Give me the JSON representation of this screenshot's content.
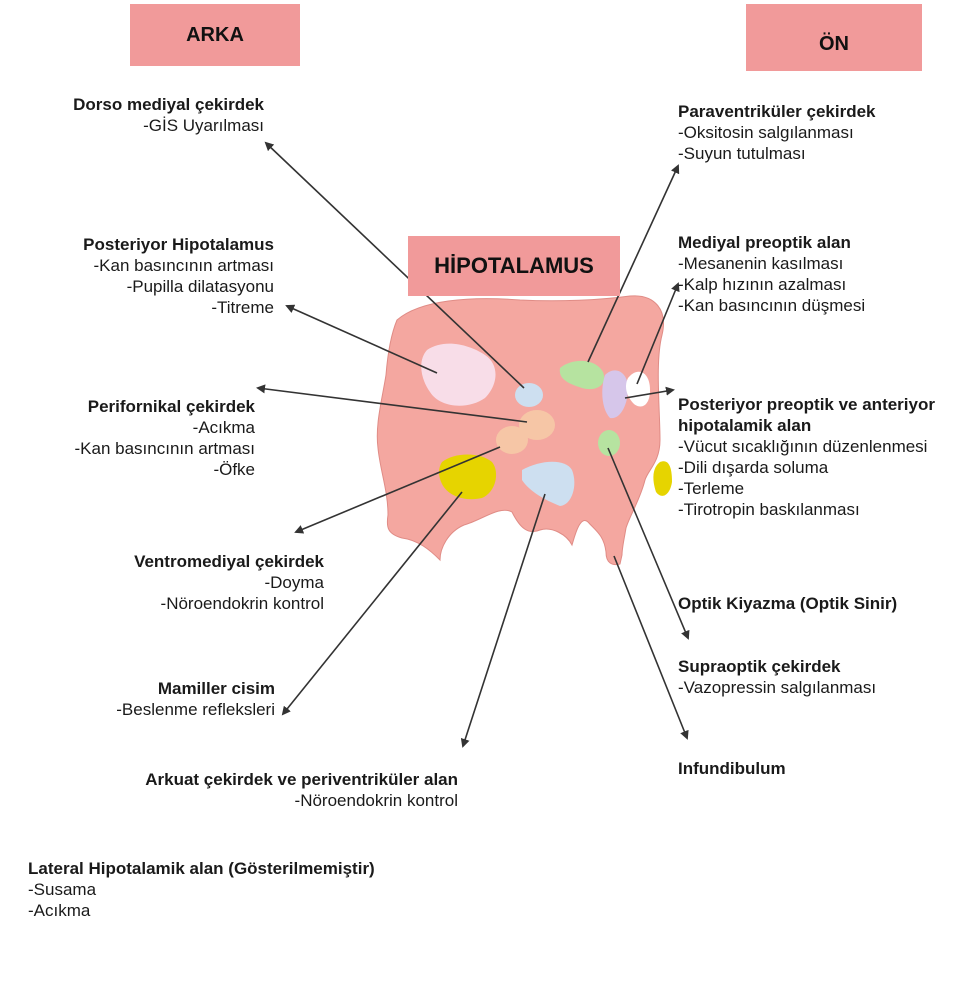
{
  "headers": {
    "back": "ARKA",
    "front": "ÖN",
    "center": "HİPOTALAMUS"
  },
  "colors": {
    "header_bg": "#f19a9a",
    "hypothalamus_body": "#f4a7a0",
    "nucleus_blue": "#cddff0",
    "nucleus_green": "#b6e3a0",
    "nucleus_yellow": "#e6d400",
    "nucleus_peach": "#f6c6a6",
    "nucleus_lilac": "#d6c6ea",
    "nucleus_pink": "#f8dde8"
  },
  "labels": {
    "dorso": {
      "title": "Dorso mediyal çekirdek",
      "items": [
        "-GİS Uyarılması"
      ]
    },
    "posterior": {
      "title": "Posteriyor Hipotalamus",
      "items": [
        "-Kan basıncının artması",
        "-Pupilla dilatasyonu",
        "-Titreme"
      ]
    },
    "perifornical": {
      "title": "Perifornikal çekirdek",
      "items": [
        "-Acıkma",
        "-Kan basıncının artması",
        "-Öfke"
      ]
    },
    "ventromedial": {
      "title": "Ventromediyal çekirdek",
      "items": [
        "-Doyma",
        "-Nöroendokrin kontrol"
      ]
    },
    "mamiller": {
      "title": "Mamiller cisim",
      "items": [
        "-Beslenme refleksleri"
      ]
    },
    "arkuat": {
      "title": "Arkuat çekirdek ve periventriküler alan",
      "items": [
        "-Nöroendokrin kontrol"
      ]
    },
    "lateral": {
      "title": "Lateral Hipotalamik alan (Gösterilmemiştir)",
      "items": [
        "-Susama",
        "-Acıkma"
      ]
    },
    "paraventricular": {
      "title": "Paraventriküler çekirdek",
      "items": [
        "-Oksitosin salgılanması",
        "-Suyun tutulması"
      ]
    },
    "medial_preoptic": {
      "title": "Mediyal preoptik alan",
      "items": [
        "-Mesanenin kasılması",
        "-Kalp hızının azalması",
        "-Kan basıncının düşmesi"
      ]
    },
    "posterior_preoptic": {
      "title": "Posteriyor preoptik ve anteriyor hipotalamik alan",
      "items": [
        "-Vücut sıcaklığının düzenlenmesi",
        "-Dili dışarda soluma",
        "-Terleme",
        "-Tirotropin baskılanması"
      ]
    },
    "optic": {
      "title": "Optik Kiyazma (Optik Sinir)",
      "items": []
    },
    "supraoptic": {
      "title": "Supraoptik çekirdek",
      "items": [
        "-Vazopressin salgılanması"
      ]
    },
    "infundibulum": {
      "title": "Infundibulum",
      "items": []
    }
  }
}
